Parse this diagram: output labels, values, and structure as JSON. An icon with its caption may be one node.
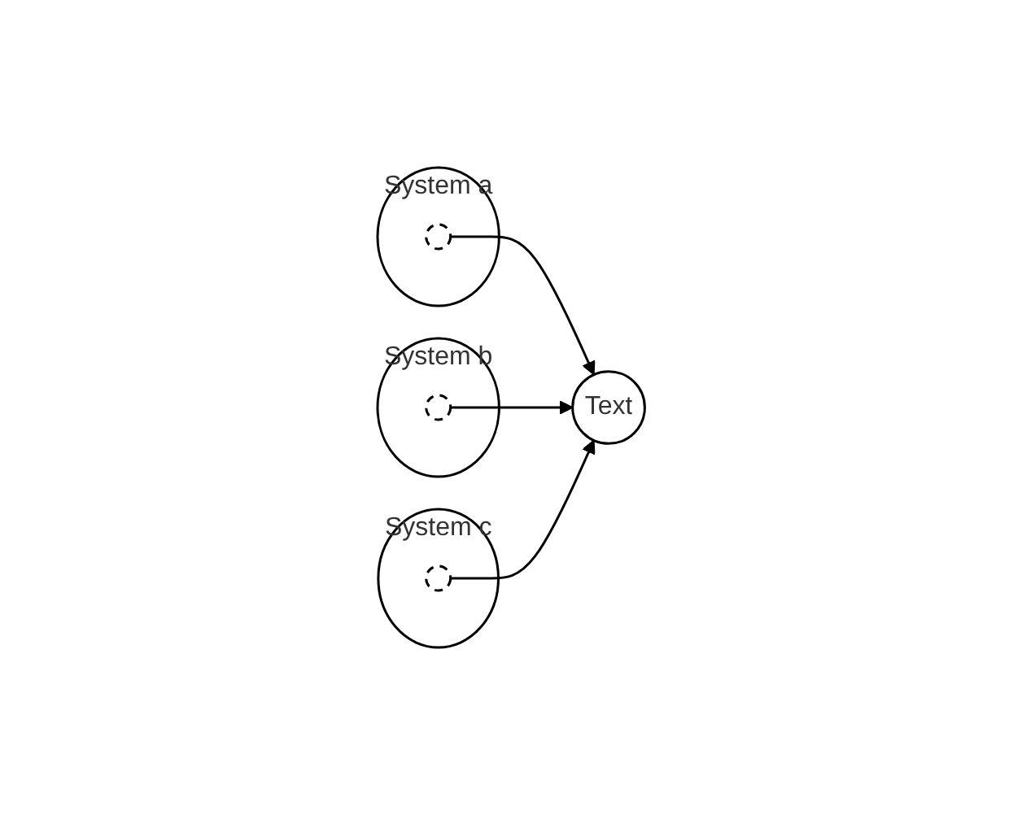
{
  "diagram": {
    "nodes": [
      {
        "text": [
          "System a"
        ]
      },
      {
        "text": [],
        "shape": "circle",
        "in": 0
      },
      {
        "text": [
          "Text"
        ]
      },
      {
        "text": [
          "System b"
        ]
      },
      {
        "text": [],
        "shape": "circle",
        "in": 3
      },
      {
        "text": [
          "System c"
        ]
      },
      {
        "text": [],
        "shape": "circle",
        "in": 5
      }
    ],
    "edges": [
      {
        "from": 1,
        "to": 2,
        "arrow": "to"
      },
      {
        "from": 4,
        "to": 2,
        "arrow": "to"
      },
      {
        "from": 6,
        "to": 2,
        "arrow": "to"
      }
    ]
  }
}
